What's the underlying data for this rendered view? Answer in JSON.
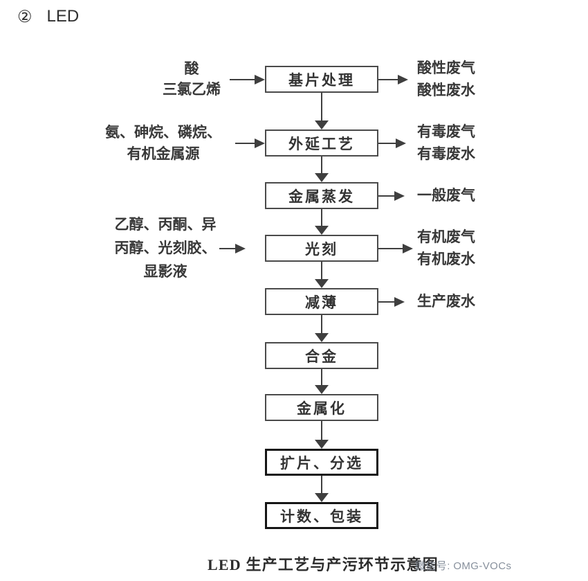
{
  "heading": {
    "number": "②",
    "title": "LED"
  },
  "flow": {
    "steps": [
      {
        "label": "基片处理",
        "bold": false,
        "input_lines": [
          "酸",
          "三氯乙烯"
        ],
        "output_lines": [
          "酸性废气",
          "酸性废水"
        ]
      },
      {
        "label": "外延工艺",
        "bold": false,
        "input_lines": [
          "氨、砷烷、磷烷、",
          "有机金属源"
        ],
        "output_lines": [
          "有毒废气",
          "有毒废水"
        ]
      },
      {
        "label": "金属蒸发",
        "bold": false,
        "input_lines": [],
        "output_lines": [
          "一般废气"
        ]
      },
      {
        "label": "光刻",
        "bold": false,
        "input_lines": [
          "乙醇、丙酮、异",
          "丙醇、光刻胶、",
          "显影液"
        ],
        "output_lines": [
          "有机废气",
          "有机废水"
        ]
      },
      {
        "label": "减薄",
        "bold": false,
        "input_lines": [],
        "output_lines": [
          "生产废水"
        ]
      },
      {
        "label": "合金",
        "bold": false,
        "input_lines": [],
        "output_lines": []
      },
      {
        "label": "金属化",
        "bold": false,
        "input_lines": [],
        "output_lines": []
      },
      {
        "label": "扩片、分选",
        "bold": true,
        "input_lines": [],
        "output_lines": []
      },
      {
        "label": "计数、包装",
        "bold": true,
        "input_lines": [],
        "output_lines": []
      }
    ]
  },
  "caption": "LED 生产工艺与产污环节示意图",
  "watermark": "微信号: OMG-VOCs"
}
